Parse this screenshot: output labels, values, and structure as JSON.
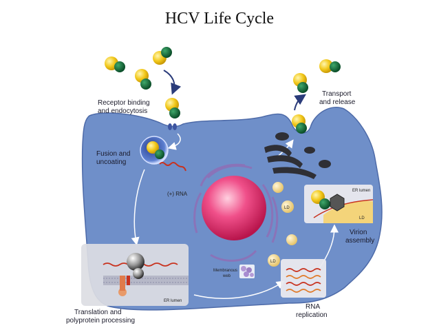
{
  "title": "HCV Life Cycle",
  "labels": {
    "receptor_binding_1": "Receptor binding",
    "receptor_binding_2": "and endocytosis",
    "fusion_1": "Fusion and",
    "fusion_2": "uncoating",
    "plus_rna": "(+) RNA",
    "transport_1": "Transport",
    "transport_2": "and release",
    "virion_1": "Virion",
    "virion_2": "assembly",
    "er_lumen_top": "ER lumen",
    "er_lumen_bottom": "ER lumen",
    "ld": "LD",
    "membranous_1": "Membranous",
    "membranous_2": "web",
    "translation_1": "Translation and",
    "translation_2": "polyprotein processing",
    "rna_1": "RNA",
    "rna_2": "replication"
  },
  "colors": {
    "cell_fill": "#6f8fc9",
    "cell_stroke": "#4d6aa8",
    "virus_yellow": "#f2c81a",
    "virus_green": "#0f6b3a",
    "nucleus": "#e8306a",
    "arrow_dark": "#2a3b7a",
    "rna_red": "#c8321e"
  }
}
